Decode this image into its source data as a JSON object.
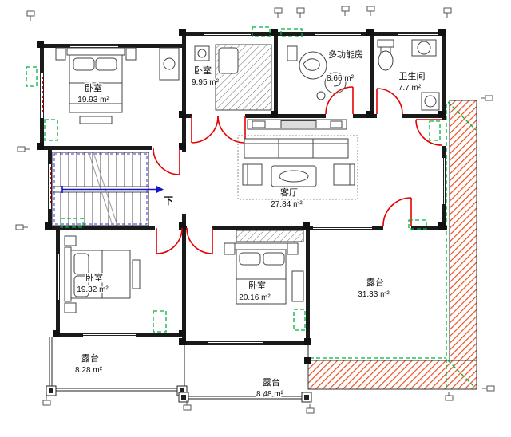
{
  "plan": {
    "rooms": {
      "bedroom_top_left": {
        "name": "卧室",
        "area": "19.93 m²"
      },
      "bedroom_top_mid": {
        "name": "卧室",
        "area": "9.95 m²"
      },
      "multi_function_room": {
        "name": "多功能房",
        "area": "8.66 m²"
      },
      "bathroom": {
        "name": "卫生间",
        "area": "7.7 m²"
      },
      "living_room": {
        "name": "客厅",
        "area": "27.84 m²"
      },
      "bedroom_bottom_left": {
        "name": "卧室",
        "area": "19.32 m²"
      },
      "bedroom_bottom_mid": {
        "name": "卧室",
        "area": "20.16 m²"
      },
      "terrace_right": {
        "name": "露台",
        "area": "31.33 m²"
      },
      "terrace_bottom_left": {
        "name": "露台",
        "area": "8.28 m²"
      },
      "terrace_bottom_mid": {
        "name": "露台",
        "area": "8.48 m²"
      }
    },
    "stairs": {
      "direction": "下"
    },
    "colors": {
      "wall": "#1a1a1a",
      "door": "#e60000",
      "stairs_arrow": "#1414cc",
      "marker_green": "#00b43c",
      "terrace_hatch": "#e8501e",
      "background": "#ffffff"
    }
  }
}
